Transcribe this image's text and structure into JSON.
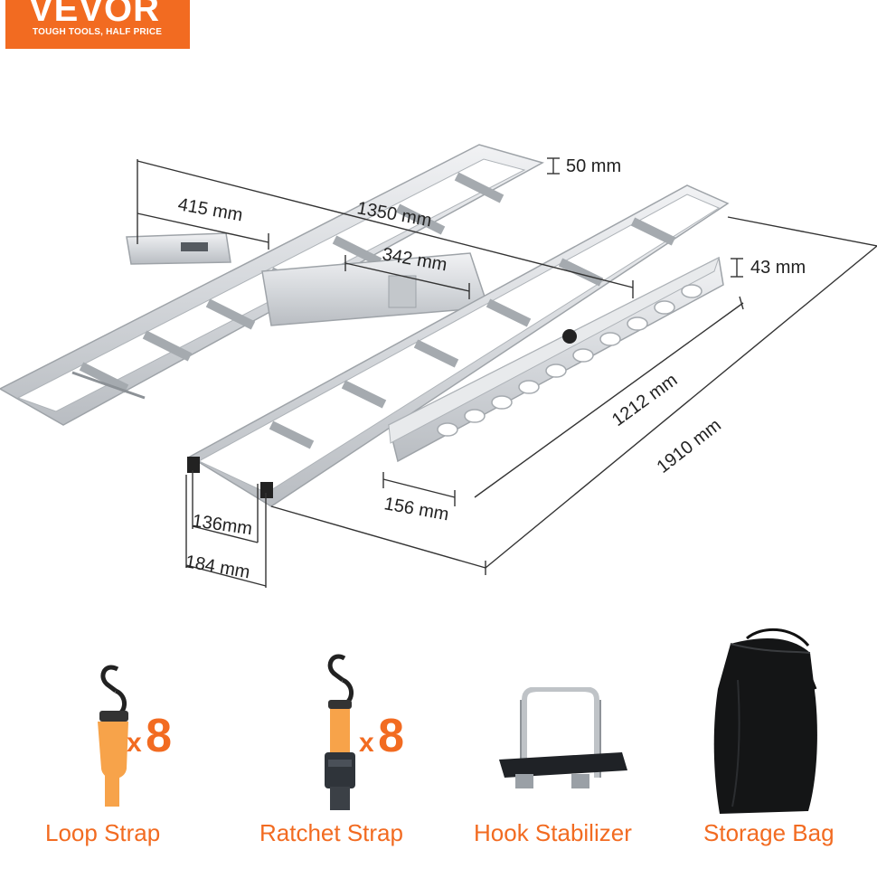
{
  "brand": {
    "name": "VEVOR",
    "tagline": "TOUGH TOOLS, HALF PRICE",
    "color": "#f26b21"
  },
  "dimensions": {
    "width_total": "1350 mm",
    "arm_length": "415 mm",
    "center_span": "342 mm",
    "rail_height": "50 mm",
    "ramp_height": "43 mm",
    "ramp_length": "1212 mm",
    "rail_length": "1910 mm",
    "ramp_width": "156 mm",
    "channel_inner": "136mm",
    "channel_outer": "184 mm"
  },
  "accessories": [
    {
      "label": "Loop Strap",
      "qty_prefix": "x",
      "qty": "8",
      "icon": "loop-strap-icon"
    },
    {
      "label": "Ratchet Strap",
      "qty_prefix": "x",
      "qty": "8",
      "icon": "ratchet-strap-icon"
    },
    {
      "label": "Hook Stabilizer",
      "icon": "hook-stabilizer-icon"
    },
    {
      "label": "Storage Bag",
      "icon": "storage-bag-icon"
    }
  ],
  "colors": {
    "accent": "#f26b21",
    "aluminum": "#d9dcdf",
    "dimension_line": "#333333"
  }
}
